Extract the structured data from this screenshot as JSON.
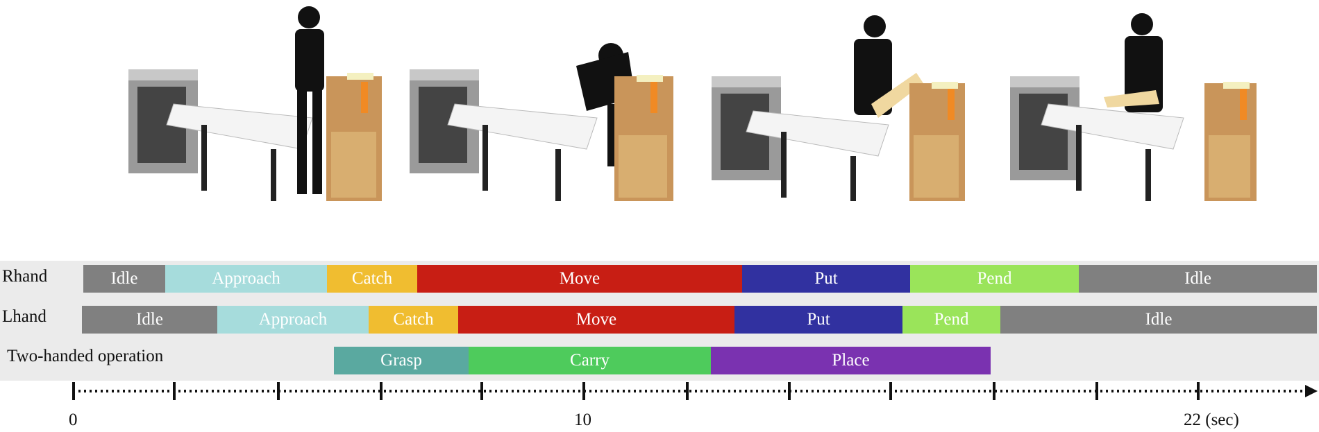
{
  "colors": {
    "idle": "#808080",
    "approach": "#a6dcdc",
    "catch": "#f0bd30",
    "move": "#c81e14",
    "put": "#3131a0",
    "pend": "#9ae45a",
    "grasp": "#5aa9a0",
    "carry": "#4ecb5c",
    "place": "#7a32b0"
  },
  "photos": [
    {
      "name": "frame-1"
    },
    {
      "name": "frame-2"
    },
    {
      "name": "frame-3"
    },
    {
      "name": "frame-4"
    }
  ],
  "rows": [
    {
      "label": "Rhand",
      "segments": [
        {
          "label": "Idle",
          "color": "idle"
        },
        {
          "label": "Approach",
          "color": "approach"
        },
        {
          "label": "Catch",
          "color": "catch"
        },
        {
          "label": "Move",
          "color": "move"
        },
        {
          "label": "Put",
          "color": "put"
        },
        {
          "label": "Pend",
          "color": "pend"
        },
        {
          "label": "Idle",
          "color": "idle"
        }
      ]
    },
    {
      "label": "Lhand",
      "segments": [
        {
          "label": "Idle",
          "color": "idle"
        },
        {
          "label": "Approach",
          "color": "approach"
        },
        {
          "label": "Catch",
          "color": "catch"
        },
        {
          "label": "Move",
          "color": "move"
        },
        {
          "label": "Put",
          "color": "put"
        },
        {
          "label": "Pend",
          "color": "pend"
        },
        {
          "label": "Idle",
          "color": "idle"
        }
      ]
    },
    {
      "label": "Two-handed operation",
      "segments": [
        {
          "label": "Grasp",
          "color": "grasp"
        },
        {
          "label": "Carry",
          "color": "carry"
        },
        {
          "label": "Place",
          "color": "place"
        }
      ]
    }
  ],
  "axis": {
    "tick_labels": [
      "0",
      "10",
      "22 (sec)"
    ]
  }
}
